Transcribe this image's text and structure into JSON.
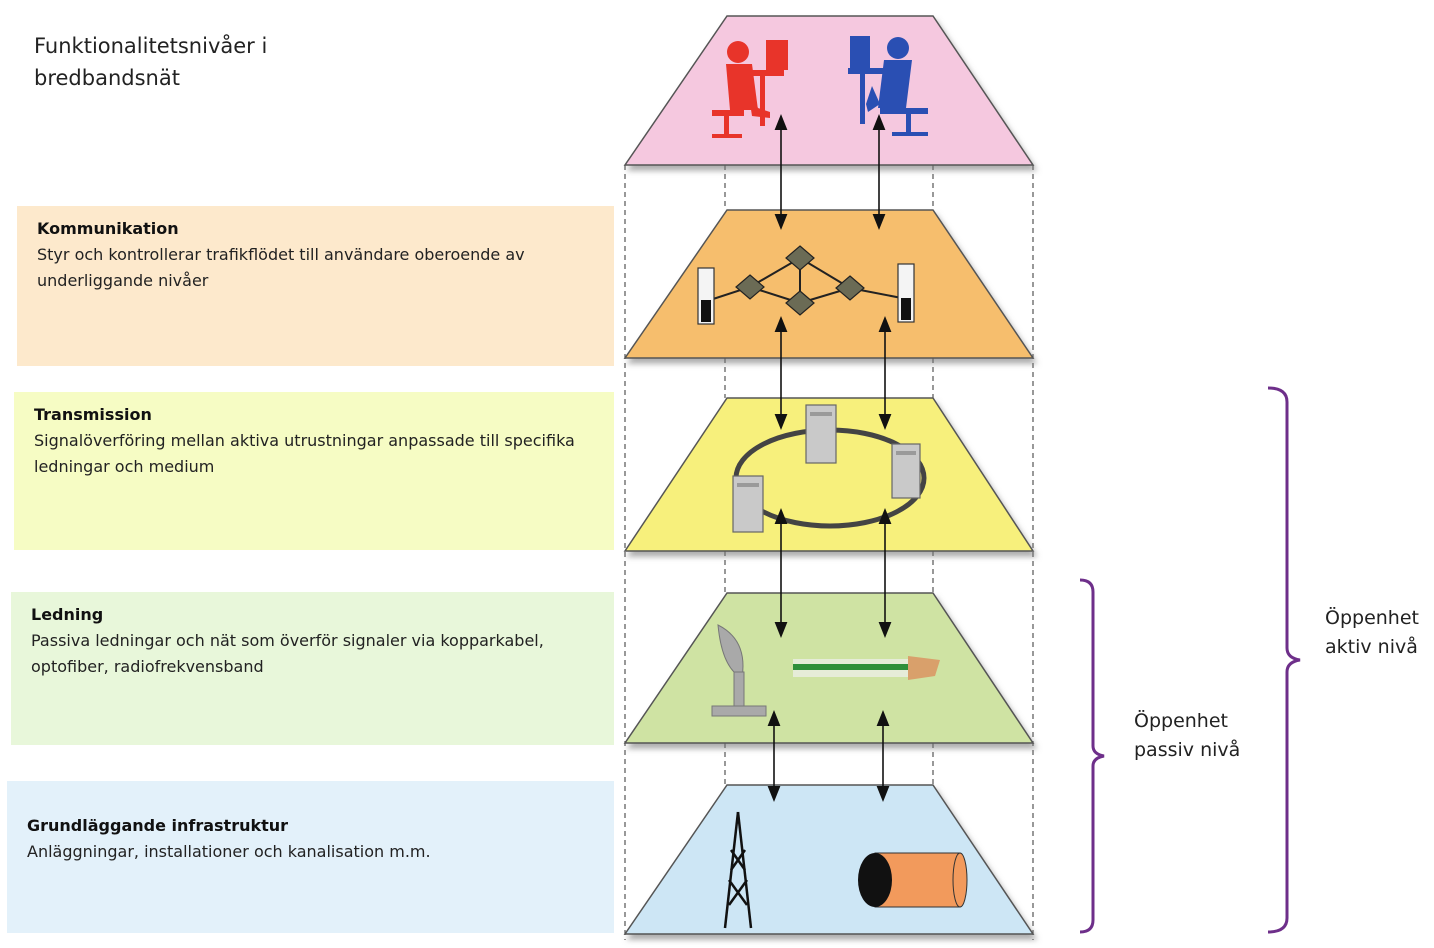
{
  "title": "Funktionalitetsnivåer i bredbandsnät",
  "levels": [
    {
      "heading": "Kommunikation",
      "text": "Styr och kontrollerar trafikflödet till användare oberoende av underliggande nivåer"
    },
    {
      "heading": "Transmission",
      "text": "Signalöverföring mellan aktiva utrustningar anpassade till specifika ledningar och medium"
    },
    {
      "heading": "Ledning",
      "text": "Passiva ledningar och nät som överför signaler via kopparkabel, optofiber, radiofrekvensband"
    },
    {
      "heading": "Grundläggande infrastruktur",
      "text": "Anläggningar, installationer och kanalisation m.m."
    }
  ],
  "brackets": {
    "passive": "Öppenhet passiv nivå",
    "active": "Öppenhet aktiv nivå"
  },
  "colors": {
    "users_layer": "#f5c8df",
    "communication_layer": "#f6be6d",
    "transmission_layer": "#f7f07c",
    "cable_layer": "#cfe3a3",
    "infrastructure_layer": "#cde6f5",
    "bracket": "#6e2f8a",
    "user_red": "#e8342a",
    "user_blue": "#2a4fb3"
  },
  "icons": {
    "users": "users-at-desks-icon",
    "routers": "router-network-icon",
    "transmission": "server-ring-icon",
    "cables": "satellite-dish-and-cable-icon",
    "infrastructure": "tower-and-duct-icon"
  }
}
